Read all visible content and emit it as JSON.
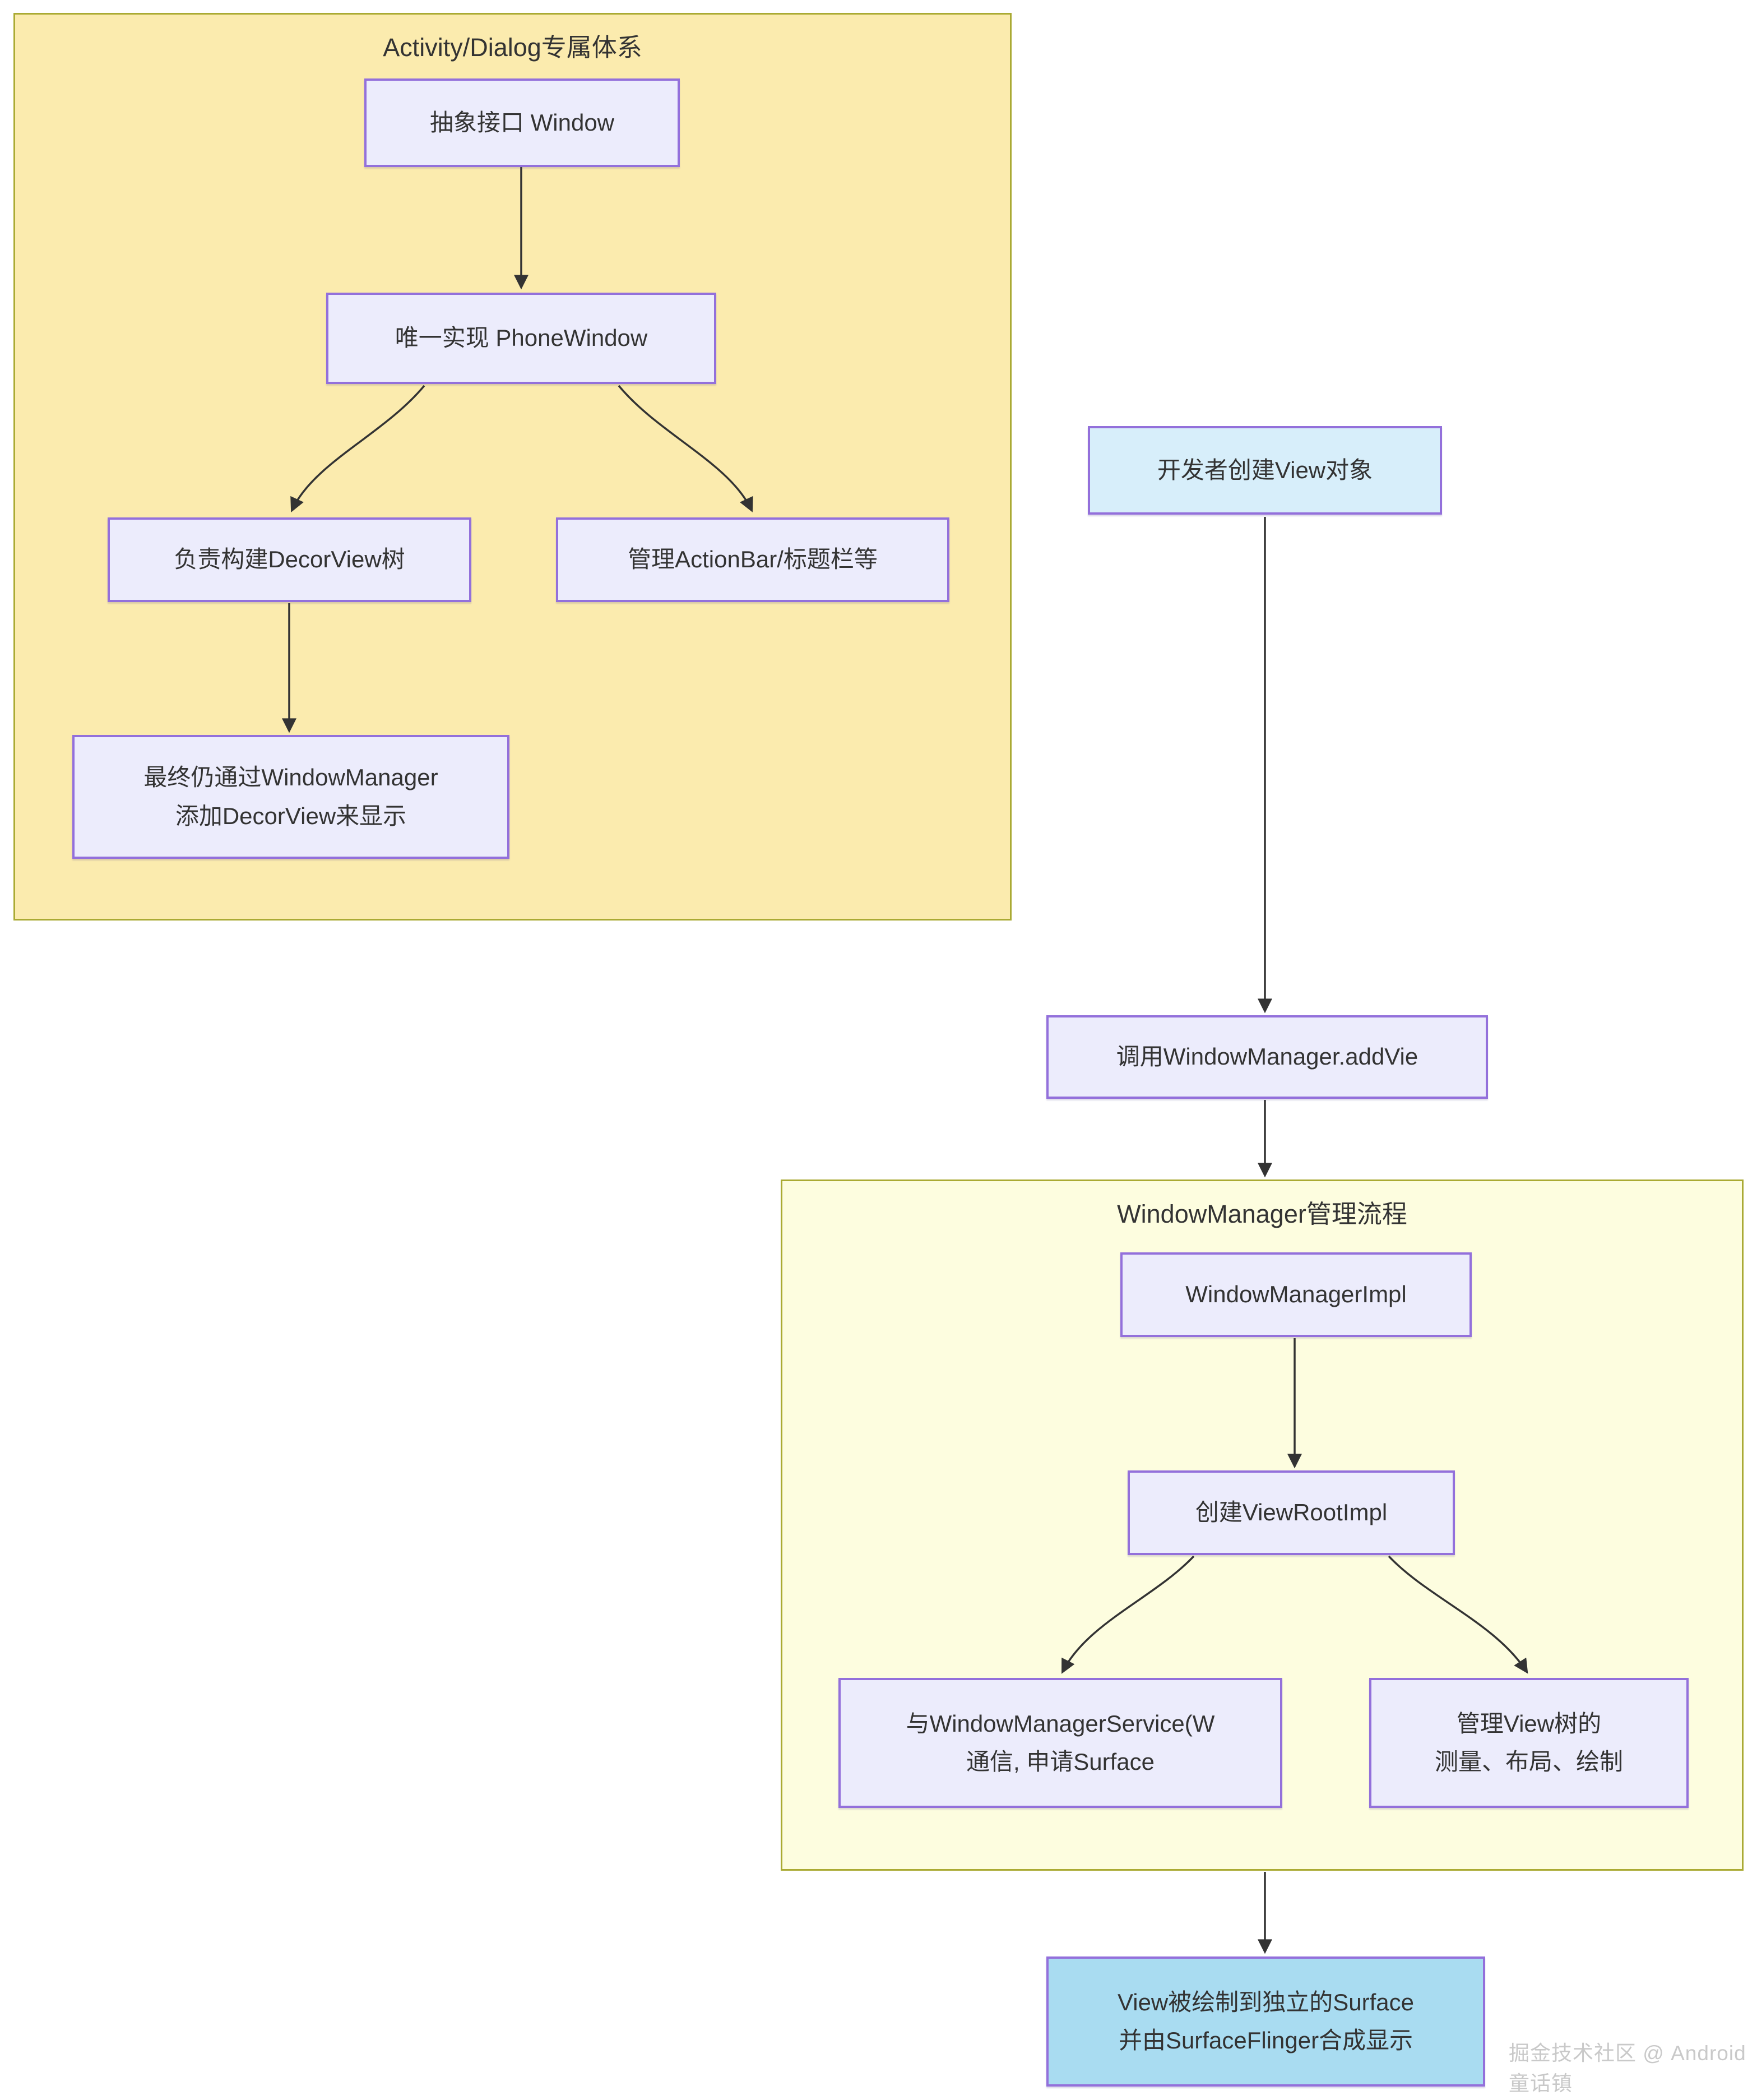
{
  "diagram": {
    "watermark": "掘金技术社区 @ Android童话镇",
    "groups": [
      {
        "id": "activity_dialog",
        "title": "Activity/Dialog专属体系"
      },
      {
        "id": "wm_flow",
        "title": "WindowManager管理流程"
      }
    ],
    "nodes": {
      "window": {
        "label": "抽象接口 Window",
        "variant": "lavender"
      },
      "phonewindow": {
        "label": "唯一实现 PhoneWindow",
        "variant": "lavender"
      },
      "decorview": {
        "label": "负责构建DecorView树",
        "variant": "lavender"
      },
      "actionbar": {
        "label": "管理ActionBar/标题栏等",
        "variant": "lavender"
      },
      "wm_display": {
        "label": "最终仍通过WindowManager\n添加DecorView来显示",
        "variant": "lavender"
      },
      "create_view": {
        "label": "开发者创建View对象",
        "variant": "blue"
      },
      "addview": {
        "label": "调用WindowManager.addVie",
        "variant": "lavender"
      },
      "wmimpl": {
        "label": "WindowManagerImpl",
        "variant": "lavender"
      },
      "viewrootimpl": {
        "label": "创建ViewRootImpl",
        "variant": "lavender"
      },
      "wms": {
        "label": "与WindowManagerService(W\n通信, 申请Surface",
        "variant": "lavender"
      },
      "viewtree": {
        "label": "管理View树的\n测量、布局、绘制",
        "variant": "lavender"
      },
      "surface": {
        "label": "View被绘制到独立的Surface\n并由SurfaceFlinger合成显示",
        "variant": "cyan"
      }
    },
    "edges": [
      {
        "from": "window",
        "to": "phonewindow"
      },
      {
        "from": "phonewindow",
        "to": "decorview"
      },
      {
        "from": "phonewindow",
        "to": "actionbar"
      },
      {
        "from": "decorview",
        "to": "wm_display"
      },
      {
        "from": "create_view",
        "to": "addview"
      },
      {
        "from": "addview",
        "to": "wm_flow"
      },
      {
        "from": "wmimpl",
        "to": "viewrootimpl"
      },
      {
        "from": "viewrootimpl",
        "to": "wms"
      },
      {
        "from": "viewrootimpl",
        "to": "viewtree"
      },
      {
        "from": "wm_flow",
        "to": "surface"
      }
    ],
    "colors": {
      "group1_fill": "#FBEBAE",
      "group2_fill": "#FDFDDF",
      "group_border": "#AAAA33",
      "node_fill": "#ECECFC",
      "node_border": "#9370DB",
      "blue_fill": "#D7EEFA",
      "cyan_fill": "#A9DCF1",
      "edge": "#333333",
      "text": "#333333",
      "watermark": "#C9C9C9"
    }
  }
}
